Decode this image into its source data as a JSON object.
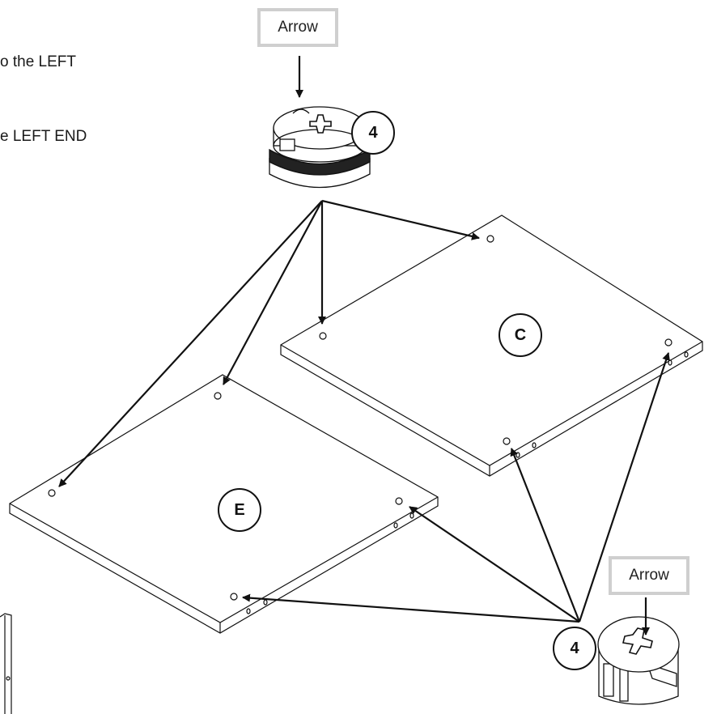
{
  "instructions": {
    "line1": "o the LEFT",
    "line2": "e LEFT END"
  },
  "labels": {
    "arrow_top": "Arrow",
    "arrow_bottom": "Arrow"
  },
  "badges": {
    "part_top": "4",
    "part_bottom": "4",
    "panel_c": "C",
    "panel_e": "E"
  }
}
